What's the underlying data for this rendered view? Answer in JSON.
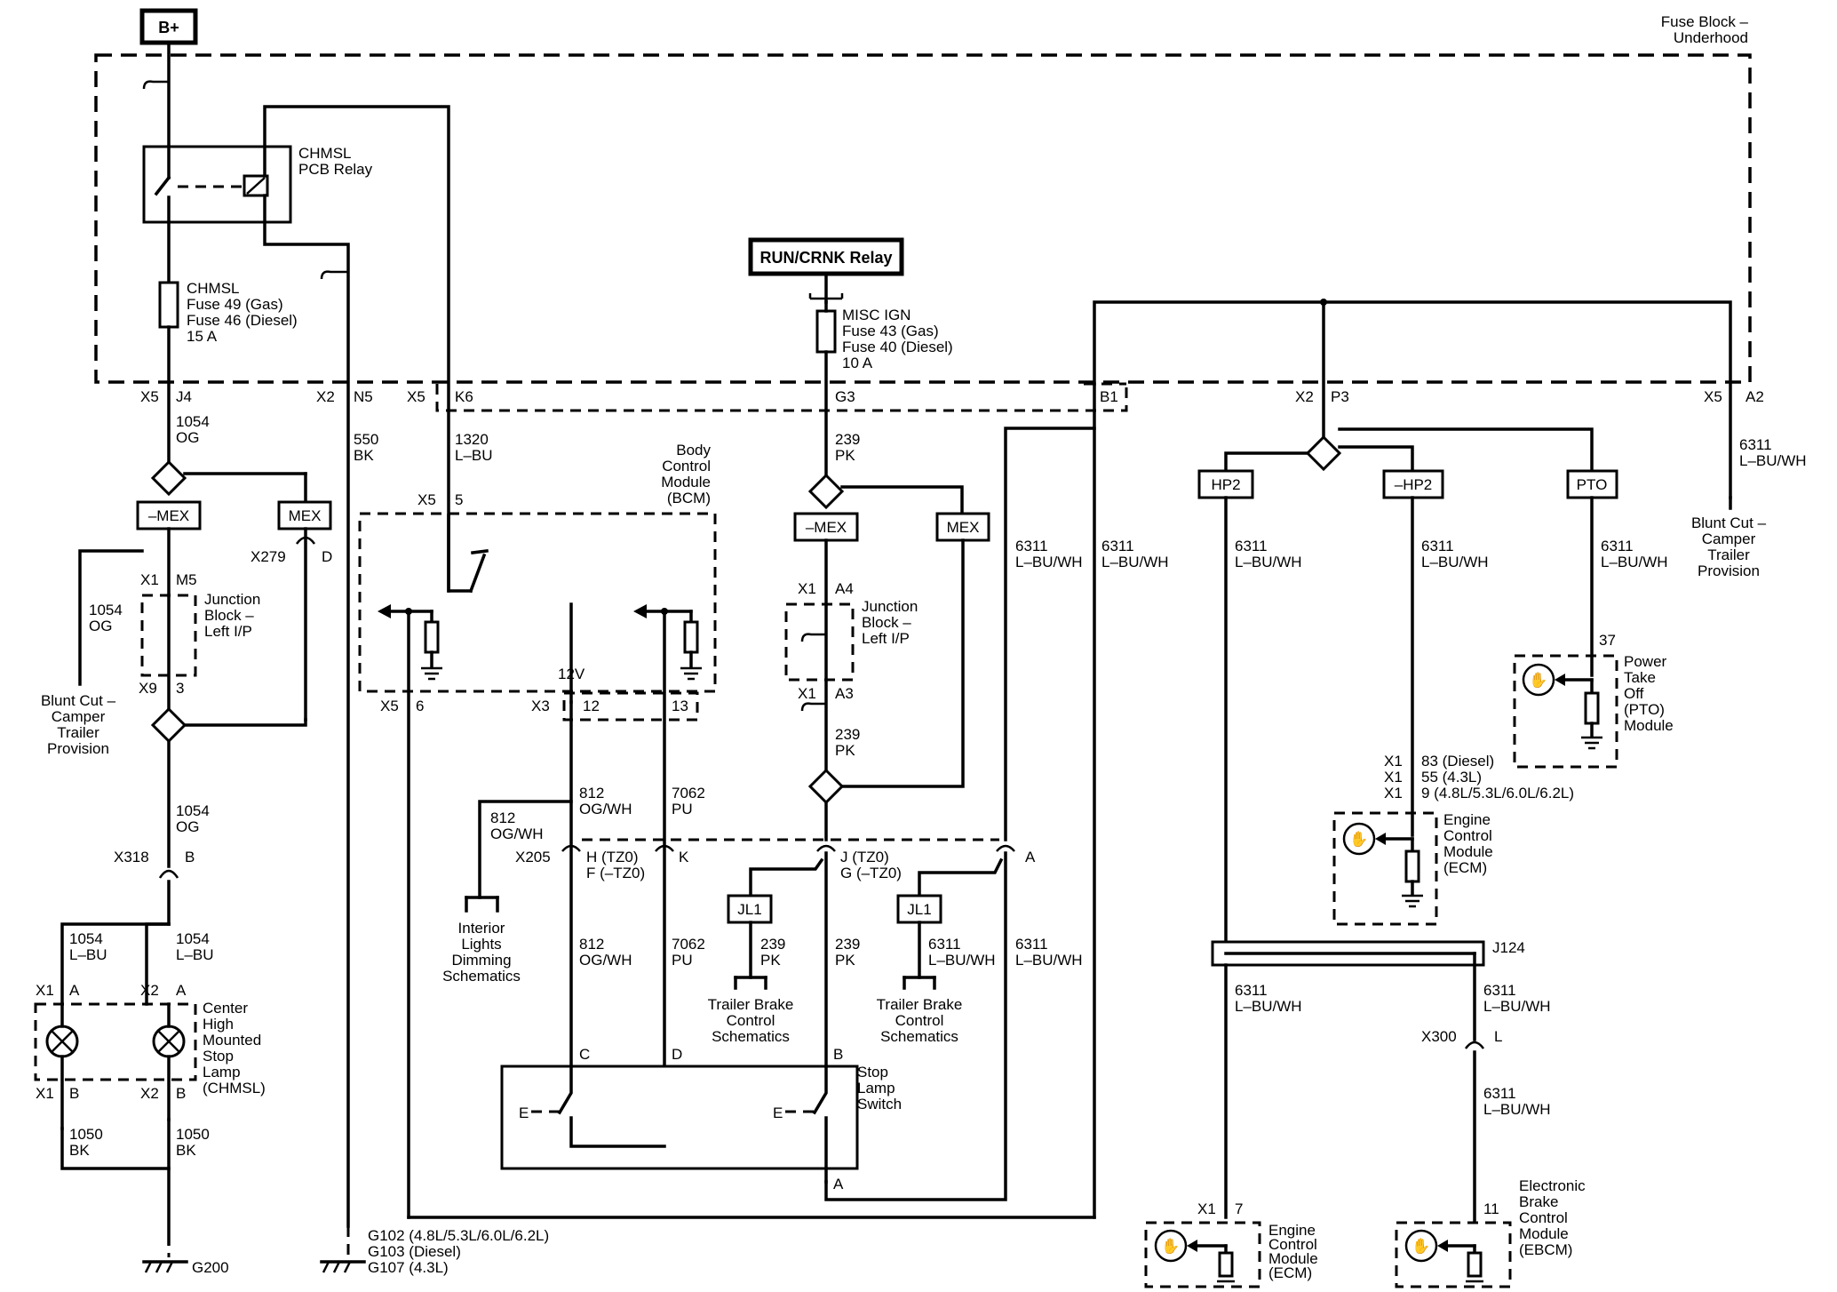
{
  "labels": {
    "b_plus": "B+",
    "fuse_block": [
      "Fuse Block –",
      "Underhood"
    ],
    "chmsl_relay": [
      "CHMSL",
      "PCB Relay"
    ],
    "chmsl_fuse": [
      "CHMSL",
      "Fuse 49 (Gas)",
      "Fuse 46 (Diesel)",
      "15 A"
    ],
    "run_crnk_relay": "RUN/CRNK Relay",
    "misc_ign_fuse": [
      "MISC IGN",
      "Fuse 43 (Gas)",
      "Fuse 40 (Diesel)",
      "10 A"
    ],
    "bcm": [
      "Body",
      "Control",
      "Module",
      "(BCM)"
    ],
    "jb_left_1": [
      "Junction",
      "Block –",
      "Left I/P"
    ],
    "jb_left_2": [
      "Junction",
      "Block –",
      "Left I/P"
    ],
    "blunt_cut_left": [
      "Blunt Cut –",
      "Camper",
      "Trailer",
      "Provision"
    ],
    "blunt_cut_right": [
      "Blunt Cut –",
      "Camper",
      "Trailer",
      "Provision"
    ],
    "interior_lights": [
      "Interior",
      "Lights",
      "Dimming",
      "Schematics"
    ],
    "trailer_brake_1": [
      "Trailer Brake",
      "Control",
      "Schematics"
    ],
    "trailer_brake_2": [
      "Trailer Brake",
      "Control",
      "Schematics"
    ],
    "center_lamp": [
      "Center",
      "High",
      "Mounted",
      "Stop",
      "Lamp",
      "(CHMSL)"
    ],
    "stop_lamp_switch": [
      "Stop",
      "Lamp",
      "Switch"
    ],
    "pto_module": [
      "Power",
      "Take",
      "Off",
      "(PTO)",
      "Module"
    ],
    "ecm_1": [
      "Engine",
      "Control",
      "Module",
      "(ECM)"
    ],
    "ecm_2": [
      "Engine",
      "Control",
      "Module",
      "(ECM)"
    ],
    "ebcm": [
      "Electronic",
      "Brake",
      "Control",
      "Module",
      "(EBCM)"
    ],
    "g200": "G200",
    "grounds": [
      "G102 (4.8L/5.3L/6.0L/6.2L)",
      "G103 (Diesel)",
      "G107 (4.3L)"
    ],
    "j124": "J124",
    "volt_12v": "12V",
    "ecm_pins": [
      "83 (Diesel)",
      "55 (4.3L)",
      "9 (4.8L/5.3L/6.0L/6.2L)"
    ]
  },
  "options": {
    "mex_neg": "–MEX",
    "mex": "MEX",
    "hp2": "HP2",
    "hp2_neg": "–HP2",
    "pto": "PTO",
    "jl1": "JL1"
  },
  "connectors": {
    "x5": "X5",
    "x2": "X2",
    "x1": "X1",
    "x9": "X9",
    "x3": "X3",
    "x205": "X205",
    "x279": "X279",
    "x318": "X318",
    "x300": "X300",
    "j4": "J4",
    "n5": "N5",
    "k6": "K6",
    "g3": "G3",
    "b1": "B1",
    "p3": "P3",
    "a2": "A2",
    "m5": "M5",
    "p3_num": "3",
    "pin5": "5",
    "pin6": "6",
    "pin12": "12",
    "pin13": "13",
    "a4": "A4",
    "a3": "A3",
    "a": "A",
    "b": "B",
    "c": "C",
    "d": "D",
    "k": "K",
    "l": "L",
    "h_tz0": "H (TZ0)",
    "f_tz0": "F (–TZ0)",
    "j_tz0": "J (TZ0)",
    "g_tz0": "G (–TZ0)",
    "pin37": "37",
    "pin7": "7",
    "pin11": "11"
  },
  "wires": {
    "c1054": "1054",
    "og": "OG",
    "lbu": "L–BU",
    "c550": "550",
    "bk": "BK",
    "c1320": "1320",
    "c239": "239",
    "pk": "PK",
    "c6311": "6311",
    "lbuwh": "L–BU/WH",
    "c812": "812",
    "ogwh": "OG/WH",
    "c7062": "7062",
    "pu": "PU",
    "c1050": "1050"
  }
}
